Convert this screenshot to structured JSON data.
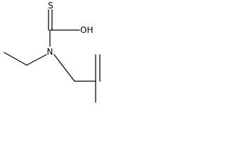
{
  "molecule": {
    "atoms": {
      "sulfur": "S",
      "hydroxyl": "OH",
      "nitrogen": "N"
    }
  }
}
